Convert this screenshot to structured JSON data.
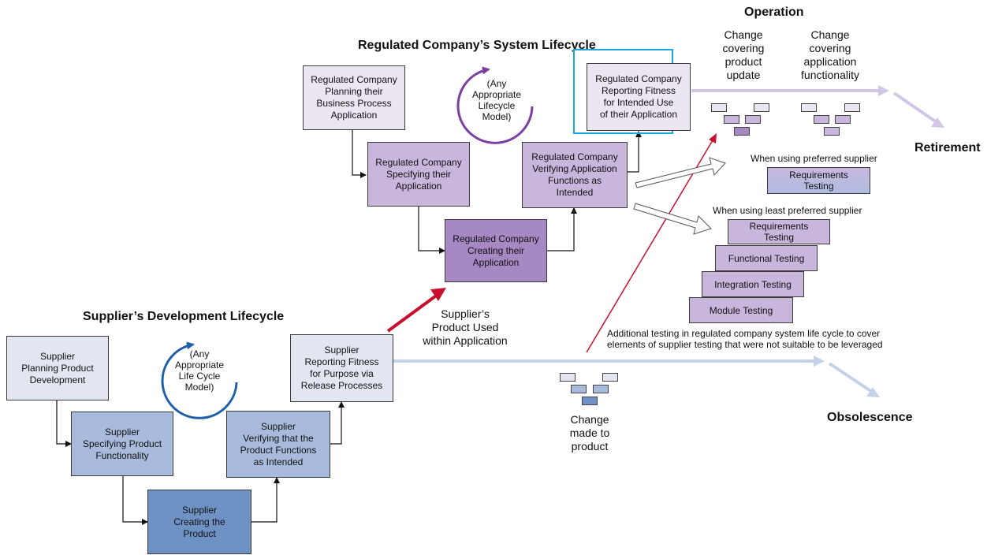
{
  "titles": {
    "regulated": "Regulated Company’s System Lifecycle",
    "supplier": "Supplier’s Development Lifecycle",
    "operation": "Operation",
    "retirement": "Retirement",
    "obsolescence": "Obsolescence"
  },
  "regulated_boxes": {
    "planning": "Regulated Company\nPlanning their\nBusiness Process\nApplication",
    "specifying": "Regulated Company\nSpecifying their\nApplication",
    "creating": "Regulated Company\nCreating their\nApplication",
    "verifying": "Regulated Company\nVerifying Application\nFunctions as\nIntended",
    "reporting": "Regulated Company\nReporting Fitness\nfor Intended Use\nof their Application"
  },
  "supplier_boxes": {
    "planning": "Supplier\nPlanning Product\nDevelopment",
    "specifying": "Supplier\nSpecifying Product\nFunctionality",
    "creating": "Supplier\nCreating the\nProduct",
    "verifying": "Supplier\nVerifying that the\nProduct Functions\nas Intended",
    "reporting": "Supplier\nReporting Fitness\nfor Purpose via\nRelease Processes"
  },
  "cycles": {
    "regulated": "(Any\nAppropriate\nLifecycle\nModel)",
    "supplier": "(Any\nAppropriate\nLife Cycle\nModel)"
  },
  "labels": {
    "product_used": "Supplier’s\nProduct Used\nwithin Application",
    "change_product_update": "Change\ncovering\nproduct\nupdate",
    "change_app_functionality": "Change\ncovering\napplication\nfunctionality",
    "change_made": "Change\nmade to\nproduct",
    "preferred": "When using preferred supplier",
    "least_preferred": "When using least preferred supplier",
    "additional_testing": "Additional testing in regulated company system life cycle to cover\nelements of supplier testing that were not suitable to be leveraged"
  },
  "testing": {
    "preferred_requirements": "Requirements\nTesting",
    "requirements": "Requirements\nTesting",
    "functional": "Functional Testing",
    "integration": "Integration Testing",
    "module": "Module Testing"
  },
  "colors": {
    "reg_light": "#ece6f3",
    "reg_mid": "#c9b6dd",
    "reg_dark": "#a688c2",
    "sup_light": "#e1e6f1",
    "sup_mid": "#a9bbdc",
    "sup_dark": "#6f92c5",
    "red_arrow": "#c8102e",
    "highlight": "#1aa6df"
  }
}
